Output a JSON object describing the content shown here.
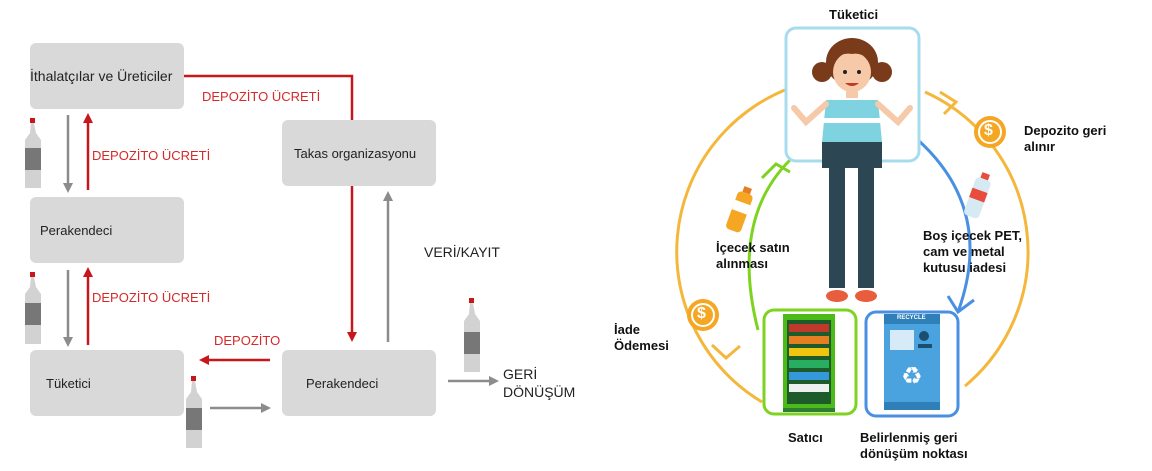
{
  "left_diagram": {
    "importers_label": "İthalatçılar ve Üreticiler",
    "retailer_top_label": "Perakendeci",
    "consumer_label": "Tüketici",
    "clearing_org_label": "Takas organizasyonu",
    "retailer_bottom_label": "Perakendeci",
    "deposit_fee_1": "DEPOZİTO ÜCRETİ",
    "deposit_fee_2": "DEPOZİTO ÜCRETİ",
    "deposit_fee_3": "DEPOZİTO ÜCRETİ",
    "deposit_label": "DEPOZİTO",
    "data_record_label": "VERİ/KAYIT",
    "recycling_line1": "GERİ",
    "recycling_line2": "DÖNÜŞÜM"
  },
  "right_diagram": {
    "consumer_title": "Tüketici",
    "deposit_back_line1": "Depozito geri",
    "deposit_back_line2": "alınır",
    "empty_return_line1": "Boş içecek PET,",
    "empty_return_line2": "cam ve metal",
    "empty_return_line3": "kutusu iadesi",
    "purchase_line1": "İçecek satın",
    "purchase_line2": "alınması",
    "refund_line1": "İade",
    "refund_line2": "Ödemesi",
    "seller_label": "Satıcı",
    "recycle_point_line1": "Belirlenmiş geri",
    "recycle_point_line2": "dönüşüm noktası",
    "recycle_machine_text": "RECYCLE",
    "coin_symbol": "$",
    "recycle_symbol": "♻"
  },
  "colors": {
    "red_arrow": "#c8161d",
    "gray_arrow": "#8c8c8c",
    "box_gray": "#d9d9d9",
    "orange_cycle": "#f5a623",
    "green_cycle": "#7ed321",
    "blue_cycle": "#4a90e2",
    "coin": "#f39c12"
  }
}
